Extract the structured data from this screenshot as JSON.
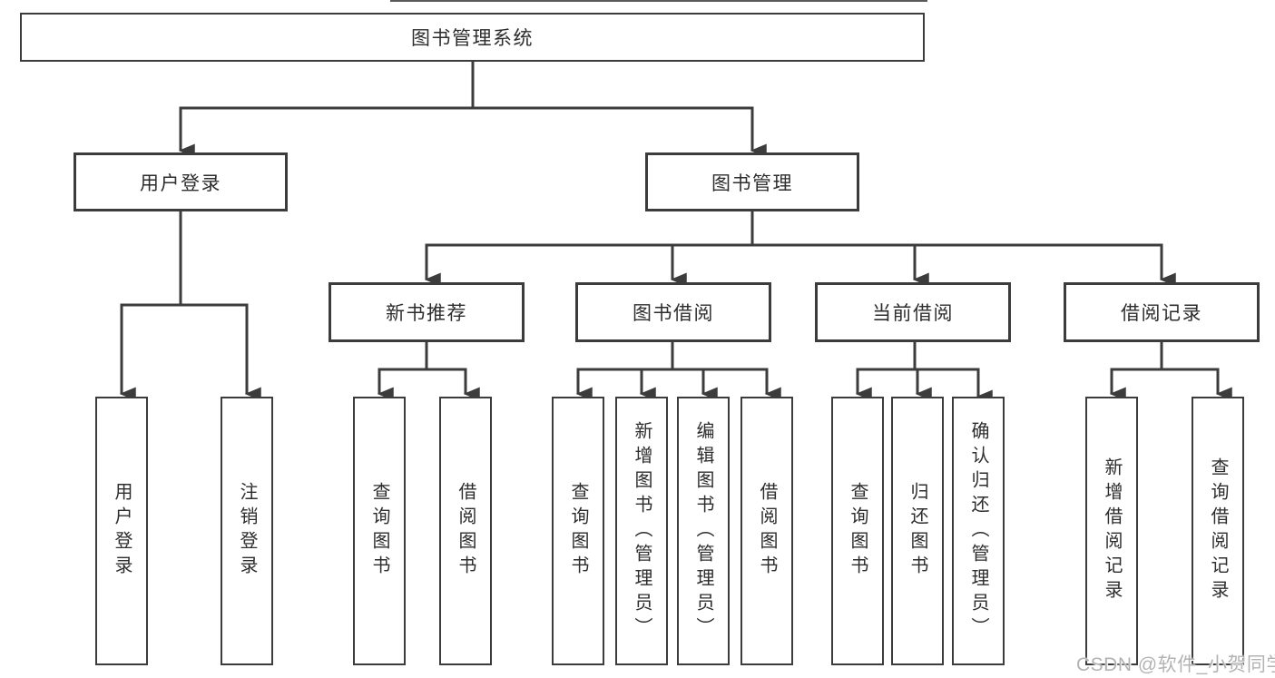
{
  "diagram": {
    "root": {
      "label": "图书管理系统"
    },
    "level2": [
      {
        "label": "用户登录"
      },
      {
        "label": "图书管理"
      }
    ],
    "level3": [
      {
        "label": "新书推荐"
      },
      {
        "label": "图书借阅"
      },
      {
        "label": "当前借阅"
      },
      {
        "label": "借阅记录"
      }
    ],
    "leaves": {
      "login": [
        "用户登录",
        "注销登录"
      ],
      "recommend": [
        "查询图书",
        "借阅图书"
      ],
      "borrow": [
        "查询图书",
        "新增图书（管理员）",
        "编辑图书（管理员）",
        "借阅图书"
      ],
      "current": [
        "查询图书",
        "归还图书",
        "确认归还（管理员）"
      ],
      "records": [
        "新增借阅记录",
        "查询借阅记录"
      ]
    },
    "colors": {
      "line": "#3c3c3c",
      "text": "#2d2d2d",
      "watermark": "#b3b3b3"
    }
  },
  "watermark": {
    "text": "CSDN @软件_小贺同学"
  }
}
